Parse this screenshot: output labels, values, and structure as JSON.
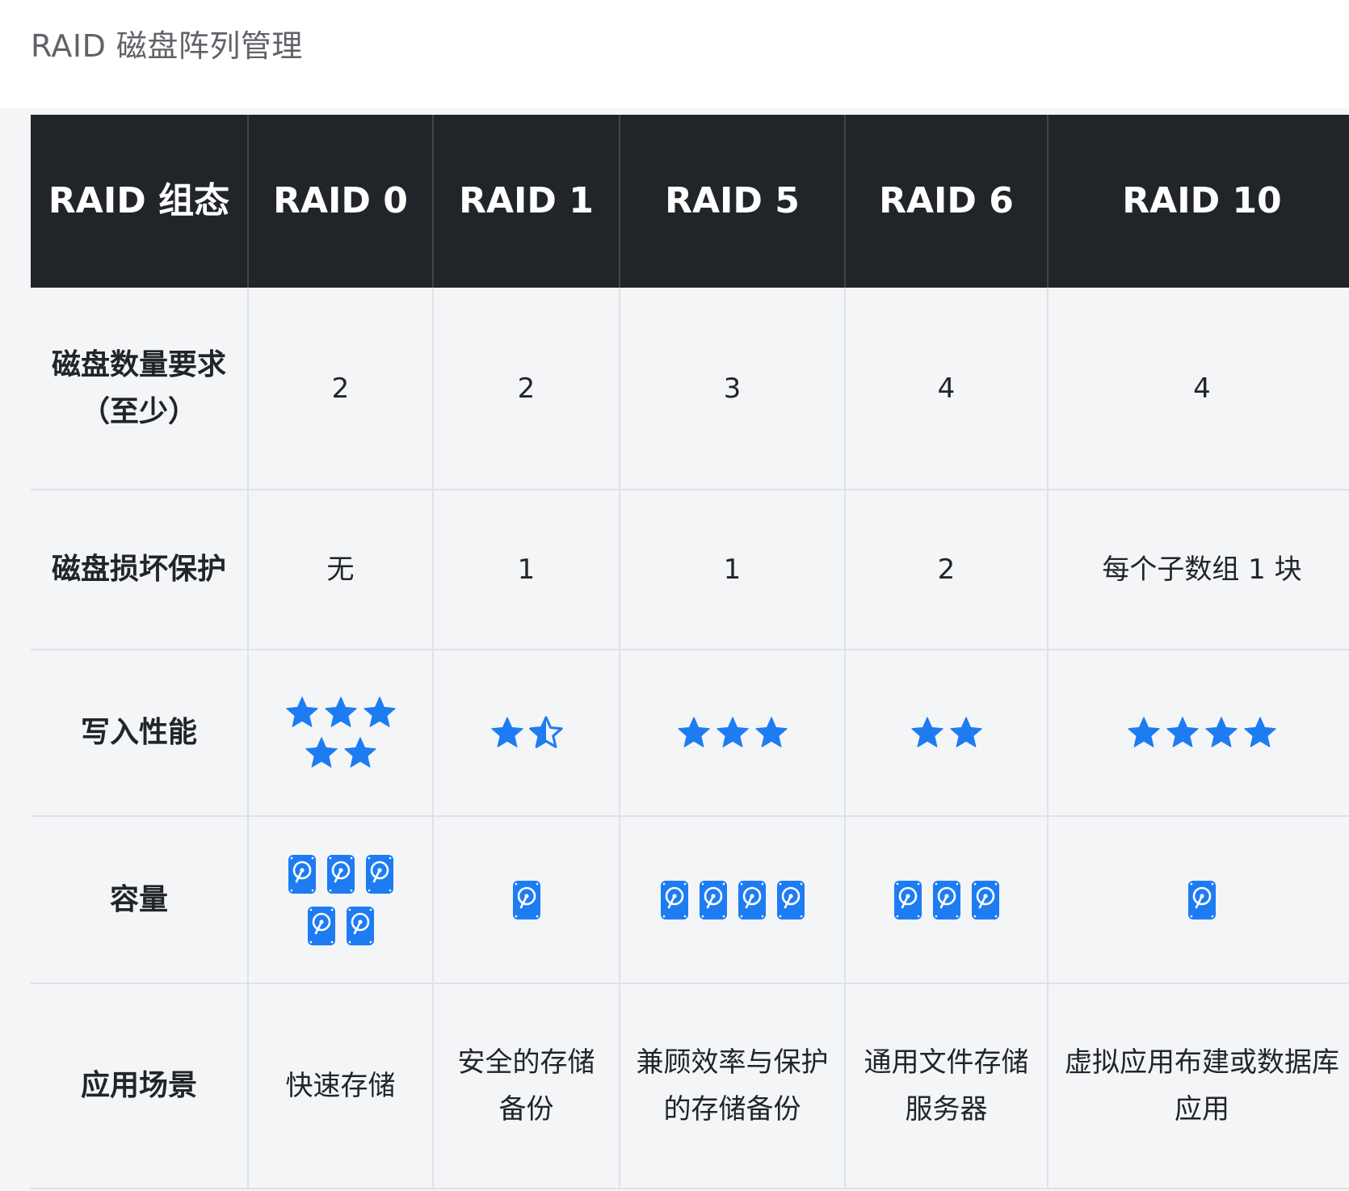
{
  "page": {
    "title": "RAID 磁盘阵列管理"
  },
  "colors": {
    "accent": "#1e7cf2",
    "header_bg": "#212529",
    "body_bg": "#f4f5f7"
  },
  "table": {
    "headers": [
      "RAID 组态",
      "RAID 0",
      "RAID 1",
      "RAID 5",
      "RAID 6",
      "RAID 10"
    ],
    "rows": [
      {
        "label": "磁盘数量要求（至少）",
        "values": [
          "2",
          "2",
          "3",
          "4",
          "4"
        ]
      },
      {
        "label": "磁盘损坏保护",
        "values": [
          "无",
          "1",
          "1",
          "2",
          "每个子数组 1 块"
        ]
      },
      {
        "label": "写入性能",
        "ratings": [
          5,
          1.5,
          3,
          2,
          4
        ],
        "icon": "star-icon"
      },
      {
        "label": "容量",
        "drives": [
          5,
          1,
          4,
          3,
          1
        ],
        "icon": "hard-drive-icon"
      },
      {
        "label": "应用场景",
        "values": [
          "快速存储",
          "安全的存储备份",
          "兼顾效率与保护的存储备份",
          "通用文件存储服务器",
          "虚拟应用布建或数据库应用"
        ]
      }
    ]
  }
}
